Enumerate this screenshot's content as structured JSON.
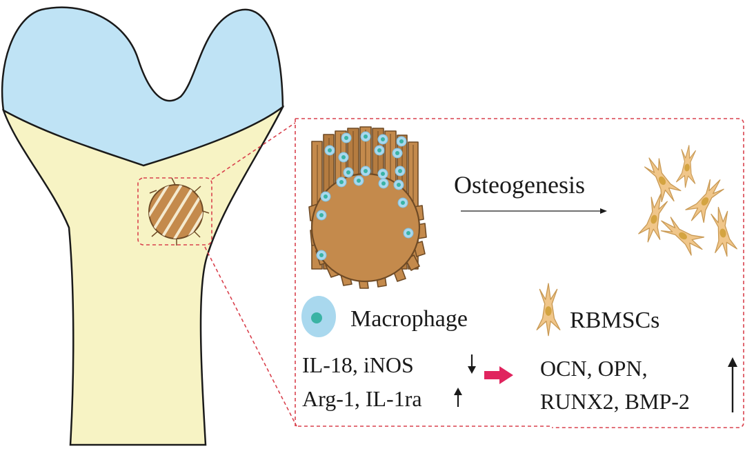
{
  "labels": {
    "osteogenesis": "Osteogenesis",
    "macrophage": "Macrophage",
    "rbmscs": "RBMSCs",
    "macrophage_markers_down": "IL-18, iNOS",
    "macrophage_markers_up": "Arg-1, IL-1ra",
    "osteo_markers_line1": "OCN, OPN,",
    "osteo_markers_line2": "RUNX2, BMP-2"
  },
  "colors": {
    "cartilage": "#bfe3f5",
    "bone": "#f7f3c4",
    "scaffold": "#c48a4c",
    "scaffold_stroke": "#6e4a25",
    "macrophage": "#a9d8ee",
    "macrophage_nucleus": "#3ab3a4",
    "cell": "#f0c68a",
    "cell_nucleus": "#d4a441",
    "callout": "#d9414d",
    "promote_arrow": "#e0245e"
  }
}
